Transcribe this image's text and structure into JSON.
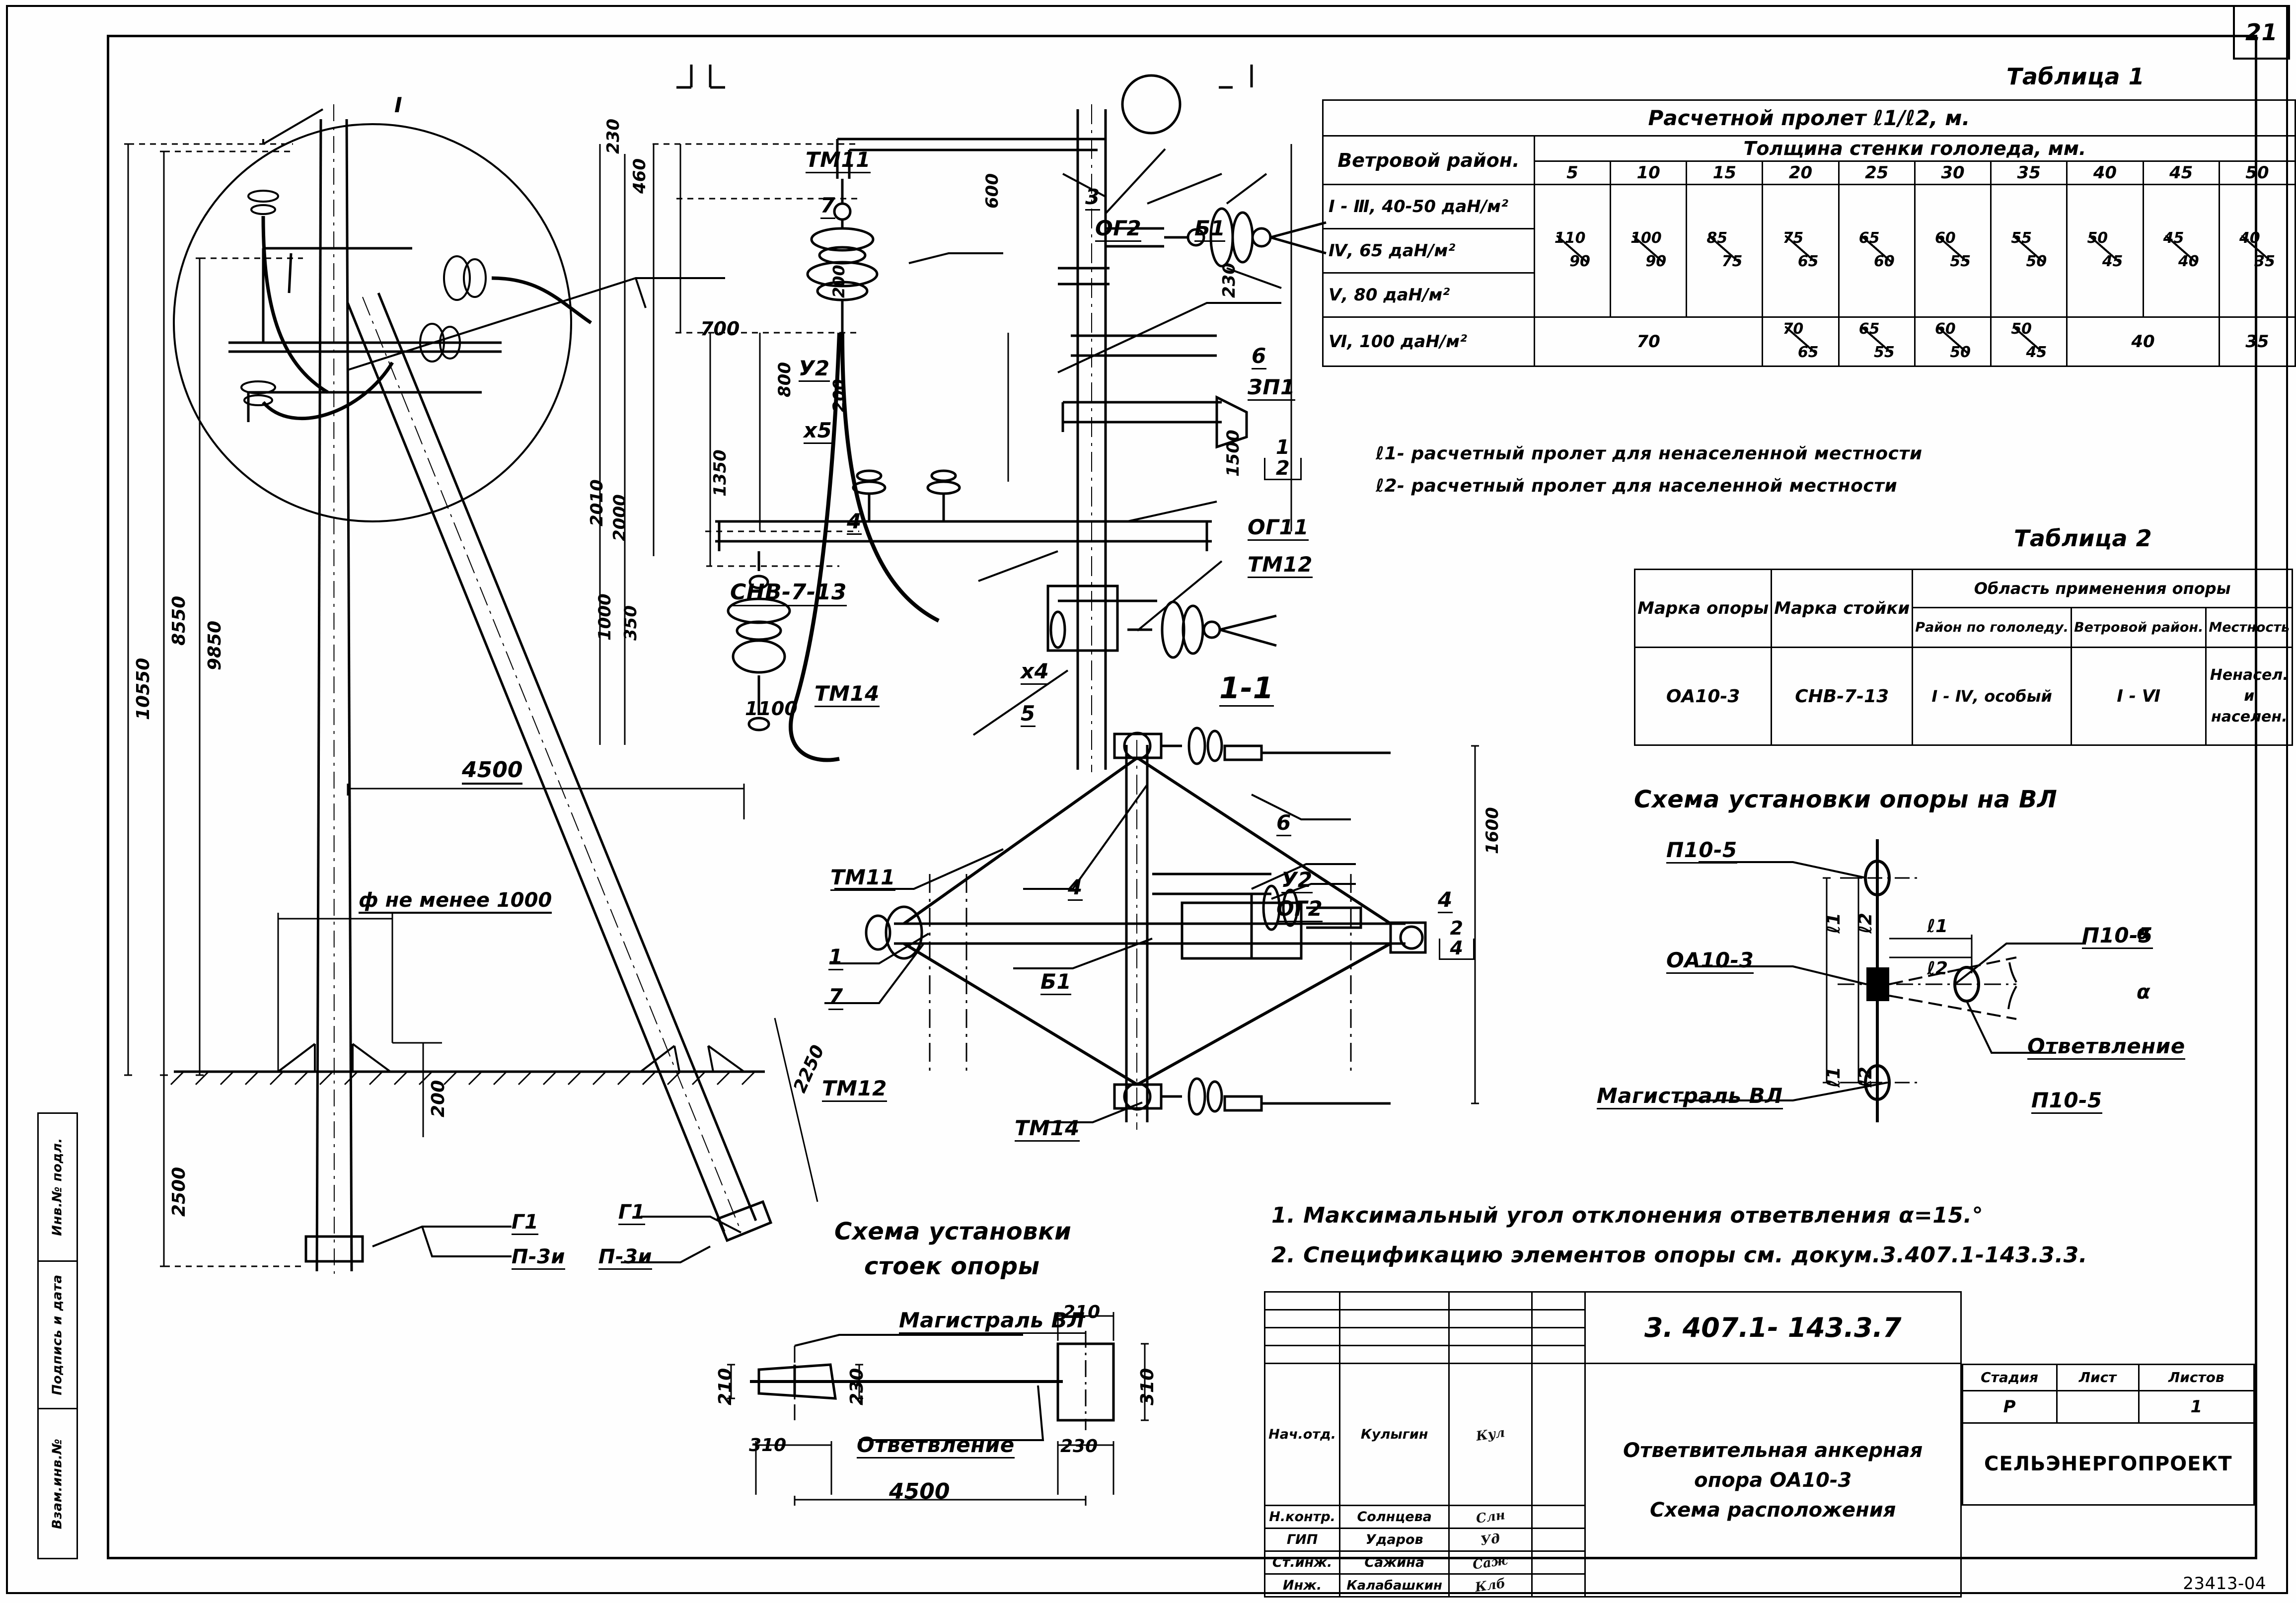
{
  "sheet": {
    "corner_number": "21",
    "bottom_code": "23413-04",
    "left_margin_cells": [
      "Инв.№ подл.",
      "Подпись и дата",
      "Взам.инв.№"
    ]
  },
  "table1": {
    "caption": "Таблица 1",
    "span_header": "Расчетной пролет ℓ1/ℓ2, м.",
    "col1_header": "Ветровой район.",
    "group_header": "Толщина стенки гололеда, мм.",
    "columns": [
      "5",
      "10",
      "15",
      "20",
      "25",
      "30",
      "35",
      "40",
      "45",
      "50"
    ],
    "rows": [
      {
        "label": "I - Ⅲ, 40-50 даН/м²"
      },
      {
        "label": "Ⅳ, 65 даН/м²"
      },
      {
        "label": "Ⅴ, 80 даН/м²"
      }
    ],
    "merged_values": [
      {
        "a": "110",
        "b": "90"
      },
      {
        "a": "100",
        "b": "90"
      },
      {
        "a": "85",
        "b": "75"
      },
      {
        "a": "75",
        "b": "65"
      },
      {
        "a": "65",
        "b": "60"
      },
      {
        "a": "60",
        "b": "55"
      },
      {
        "a": "55",
        "b": "50"
      },
      {
        "a": "50",
        "b": "45"
      },
      {
        "a": "45",
        "b": "40"
      },
      {
        "a": "40",
        "b": "35"
      }
    ],
    "row6": {
      "label": "Ⅵ, 100 даН/м²",
      "merged_5_15": "70",
      "values": [
        {
          "a": "70",
          "b": "65"
        },
        {
          "a": "65",
          "b": "55"
        },
        {
          "a": "60",
          "b": "50"
        },
        {
          "a": "50",
          "b": "45"
        }
      ],
      "merged_40_50": "40",
      "last": "35"
    },
    "notes": [
      "ℓ1- расчетный пролет для ненаселенной местности",
      "ℓ2- расчетный пролет для населенной местности"
    ]
  },
  "table2": {
    "caption": "Таблица 2",
    "headers": {
      "opora": "Марка опоры",
      "stoika": "Марка стойки",
      "area": "Область применения опоры",
      "ice": "Район по гололеду.",
      "wind": "Ветровой район.",
      "locality": "Местность"
    },
    "row": {
      "opora": "ОА10-3",
      "stoika": "СНВ-7-13",
      "ice": "I - Ⅳ, особый",
      "wind": "I - Ⅵ",
      "locality": "Ненасел. и населен."
    }
  },
  "install_scheme": {
    "title": "Схема установки опоры на ВЛ",
    "labels": {
      "p10_top": "П10-5",
      "p10_right": "П10-5",
      "p10_bottom": "П10-5",
      "oa10": "ОА10-3",
      "magistral": "Магистраль ВЛ",
      "otvetvlenie": "Ответвление",
      "l1": "ℓ1",
      "l2": "ℓ2",
      "alpha": "α"
    }
  },
  "stoiki_scheme": {
    "title_line1": "Схема установки",
    "title_line2": "стоек опоры",
    "magistral": "Магистраль ВЛ",
    "otvetvlenie": "Ответвление",
    "dims": {
      "left_w": "210",
      "left_h": "310",
      "mid_h": "230",
      "right_w": "210",
      "right_h": "310",
      "right_b": "230",
      "span": "4500"
    }
  },
  "notes": [
    "1. Максимальный  угол отклонения ответвления α=15.°",
    "2. Спецификацию  элементов  опоры см. докум.3.407.1-143.3.3."
  ],
  "title_block": {
    "doc_number": "3. 407.1- 143.3.7",
    "object_l1": "Ответвительная анкерная",
    "object_l2": "опора ОА10-3",
    "object_l3": "Схема   расположения",
    "org": "СЕЛЬЭНЕРГОПРОЕКТ",
    "stage_header": "Стадия",
    "sheet_header": "Лист",
    "sheets_header": "Листов",
    "stage_value": "Р",
    "sheet_value": "",
    "sheets_value": "1",
    "people": [
      {
        "role": "Нач.отд.",
        "name": "Кулыгин",
        "sig": "Кул"
      },
      {
        "role": "Н.контр.",
        "name": "Солнцева",
        "sig": "Слн"
      },
      {
        "role": "ГИП",
        "name": "Ударов",
        "sig": "Уд"
      },
      {
        "role": "Ст.инж.",
        "name": "Сажина",
        "sig": "Саж"
      },
      {
        "role": "Инж.",
        "name": "Калабашкин",
        "sig": "Клб"
      }
    ]
  },
  "elevation": {
    "dims": [
      "10550",
      "8550",
      "9850",
      "2500",
      "4500",
      "2250",
      "200",
      "ф не менее 1000"
    ],
    "labels": {
      "stoika": "СНВ-7-13",
      "g1_left": "Г1",
      "p3u_left": "П-3и",
      "g1_right": "Г1",
      "p3u_right": "П-3и",
      "detail_mark": "I"
    }
  },
  "detail_view": {
    "dims": [
      "230",
      "460",
      "2010",
      "2000",
      "700",
      "800",
      "1350",
      "200",
      "200",
      "600",
      "230",
      "1500",
      "1000",
      "350",
      "1100",
      "1600"
    ],
    "part_labels": [
      "ТМ11",
      "7",
      "3",
      "ОГ2",
      "Б1",
      "6",
      "ЗП1",
      "ОГ11",
      "ТМ12",
      "ТМ14",
      "У2",
      "х5",
      "х4",
      "5",
      "4",
      "1",
      "2"
    ],
    "section_mark_a": "1-1",
    "section_flags": [
      "1",
      "1",
      "1",
      "2",
      "1",
      "4",
      "5"
    ]
  }
}
